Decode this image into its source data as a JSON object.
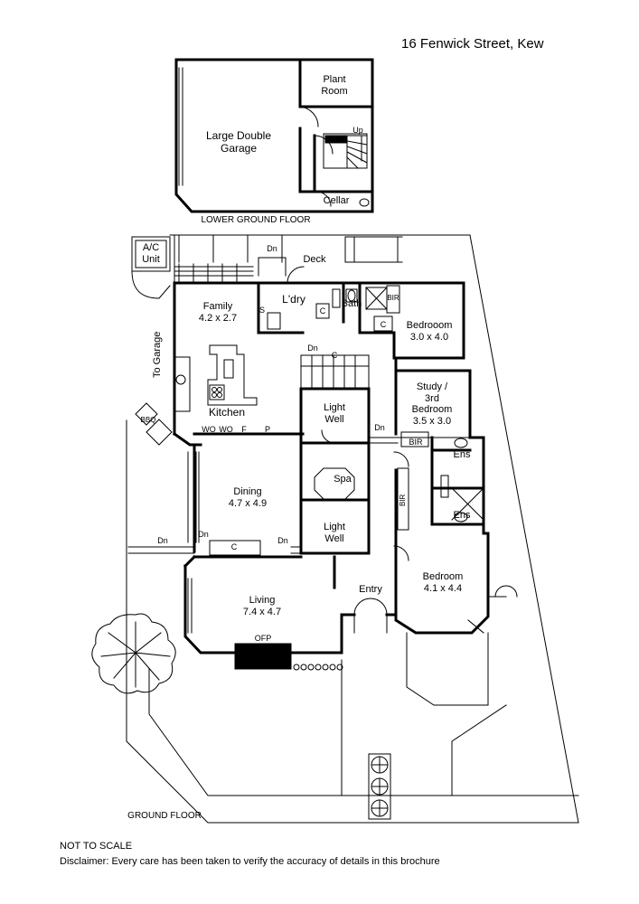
{
  "address": "16 Fenwick Street, Kew",
  "floors": {
    "lower_ground": "LOWER GROUND FLOOR",
    "ground": "GROUND FLOOR"
  },
  "rooms": {
    "plant_room": [
      "Plant",
      "Room"
    ],
    "garage": [
      "Large Double",
      "Garage"
    ],
    "cellar": "Cellar",
    "up": "Up",
    "ac_unit": [
      "A/C",
      "Unit"
    ],
    "deck": "Deck",
    "family": [
      "Family",
      "4.2 x 2.7"
    ],
    "laundry": "L'dry",
    "bath": "Bath",
    "bir": "BIR",
    "c": "C",
    "s": "S",
    "bedroom2": [
      "Bedrooom",
      "3.0 x 4.0"
    ],
    "to_garage": "To Garage",
    "kitchen": "Kitchen",
    "study": [
      "Study /",
      "3rd",
      "Bedroom",
      "3.5 x 3.0"
    ],
    "light_well": [
      "Light",
      "Well"
    ],
    "spa": "Spa",
    "ens": "Ens",
    "bbq": "BBQ",
    "wo": "WO",
    "f": "F",
    "p": "P",
    "dining": [
      "Dining",
      "4.7 x 4.9"
    ],
    "dn": "Dn",
    "bedroom1": [
      "Bedroom",
      "4.1 x 4.4"
    ],
    "entry": "Entry",
    "living": [
      "Living",
      "7.4 x 4.7"
    ],
    "ofp": "OFP"
  },
  "notes": {
    "not_to_scale": "NOT TO SCALE",
    "disclaimer": "Disclaimer: Every care has been taken to verify the accuracy of details in this brochure"
  }
}
